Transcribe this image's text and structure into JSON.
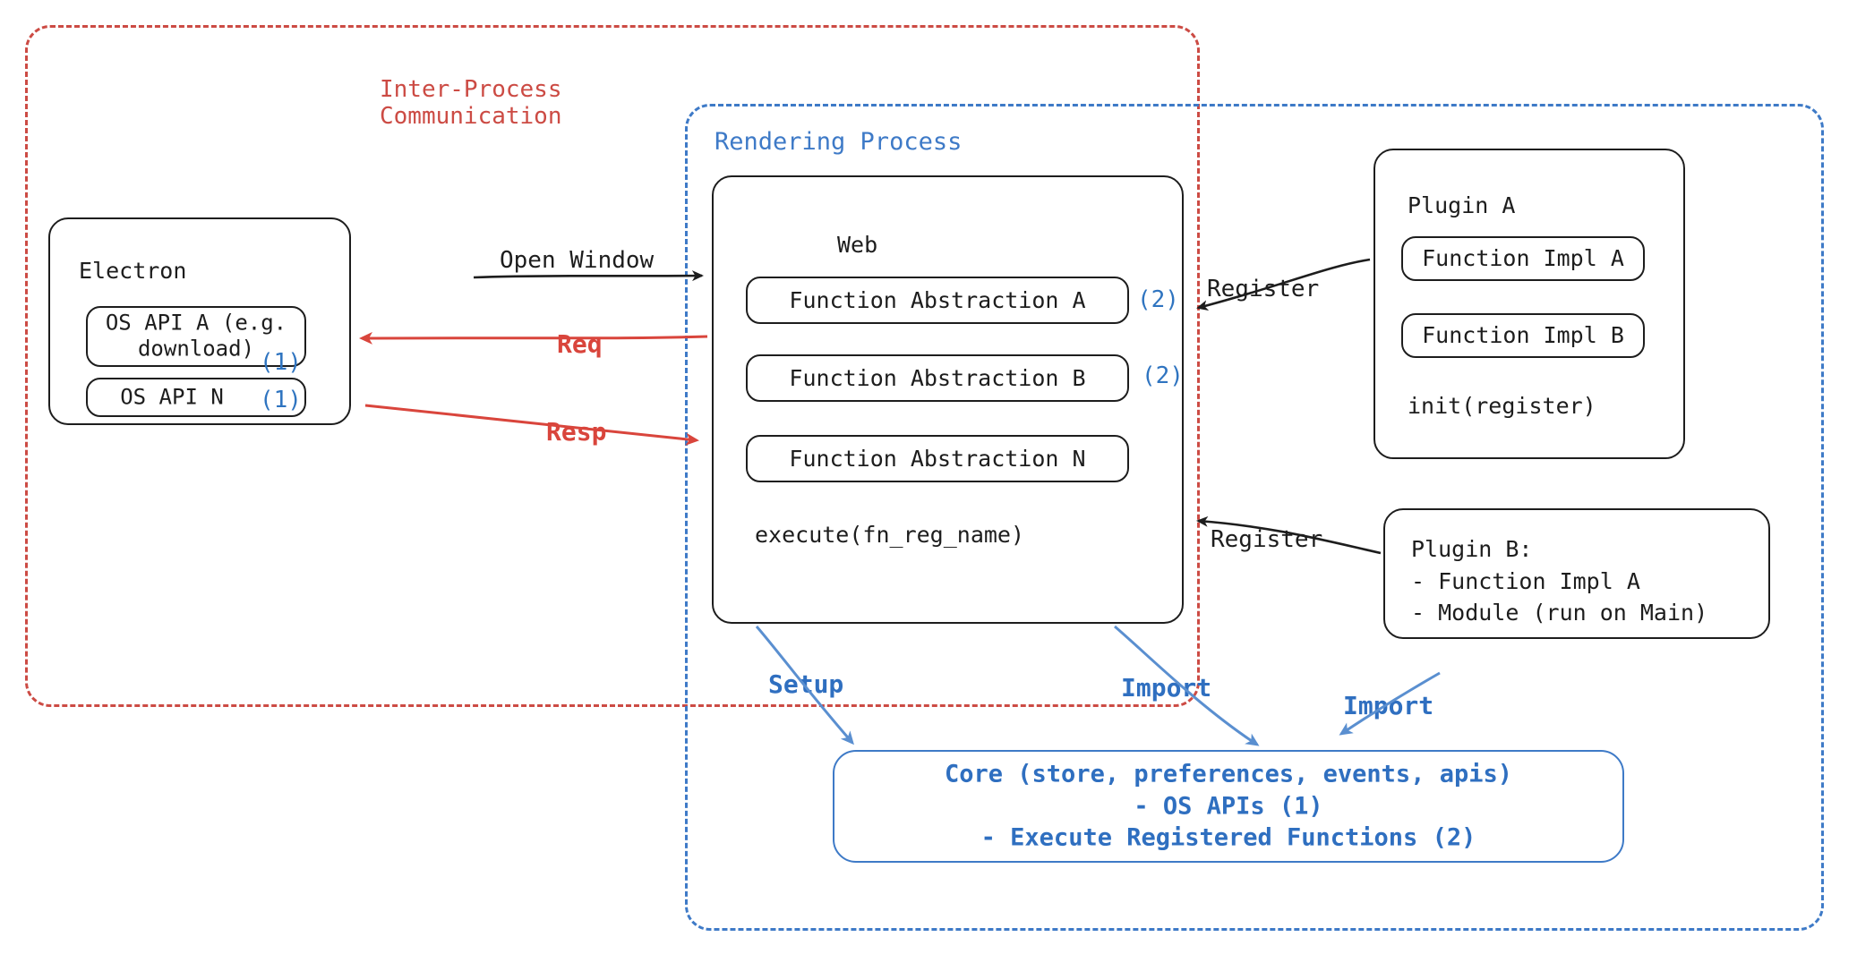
{
  "diagram": {
    "title": "Electron Plugin Architecture",
    "colors": {
      "red": "#cc4b44",
      "blue": "#3e7ac7",
      "core_blue": "#2f6fc0",
      "arrow_red": "#d9453c",
      "black": "#1d1d1d"
    }
  },
  "regions": {
    "ipc": {
      "label": "Inter-Process\nCommunication"
    },
    "rendering": {
      "label": "Rendering Process"
    }
  },
  "electron": {
    "title": "Electron",
    "items": [
      {
        "text": "OS API A (e.g.\ndownload)",
        "tag": "(1)"
      },
      {
        "text": "OS API N",
        "tag": "(1)"
      }
    ]
  },
  "web": {
    "title": "Web",
    "items": [
      {
        "text": "Function Abstraction A",
        "tag": "(2)"
      },
      {
        "text": "Function Abstraction B",
        "tag": "(2)"
      },
      {
        "text": "Function Abstraction N",
        "tag": ""
      }
    ],
    "footer": "execute(fn_reg_name)"
  },
  "plugin_a": {
    "title": "Plugin A",
    "items": [
      {
        "text": "Function Impl A"
      },
      {
        "text": "Function Impl B"
      }
    ],
    "footer": "init(register)"
  },
  "plugin_b": {
    "text": "Plugin B:\n- Function Impl A\n- Module (run on Main)"
  },
  "core": {
    "text": "Core (store, preferences, events, apis)\n- OS APIs (1)\n- Execute Registered Functions (2)"
  },
  "edges": [
    {
      "id": "open-window",
      "label": "Open Window",
      "color": "black"
    },
    {
      "id": "req",
      "label": "Req",
      "color": "red"
    },
    {
      "id": "resp",
      "label": "Resp",
      "color": "red"
    },
    {
      "id": "register-a",
      "label": "Register",
      "color": "black"
    },
    {
      "id": "register-b",
      "label": "Register",
      "color": "black"
    },
    {
      "id": "setup",
      "label": "Setup",
      "color": "blue"
    },
    {
      "id": "import-web",
      "label": "Import",
      "color": "blue"
    },
    {
      "id": "import-plugin",
      "label": "Import",
      "color": "blue"
    }
  ]
}
